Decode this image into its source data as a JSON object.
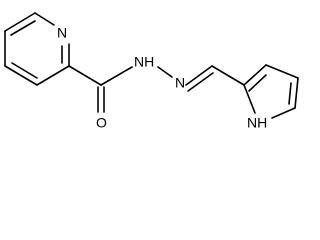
{
  "molecule": {
    "atoms": {
      "pyridine_n": "N",
      "carbonyl_o": "O",
      "hydrazide_nh": "NH",
      "imine_n": "N",
      "pyrrole_nh": "NH"
    }
  },
  "colors": {
    "bond": "#000000",
    "label": "#000000",
    "background": "#ffffff"
  }
}
